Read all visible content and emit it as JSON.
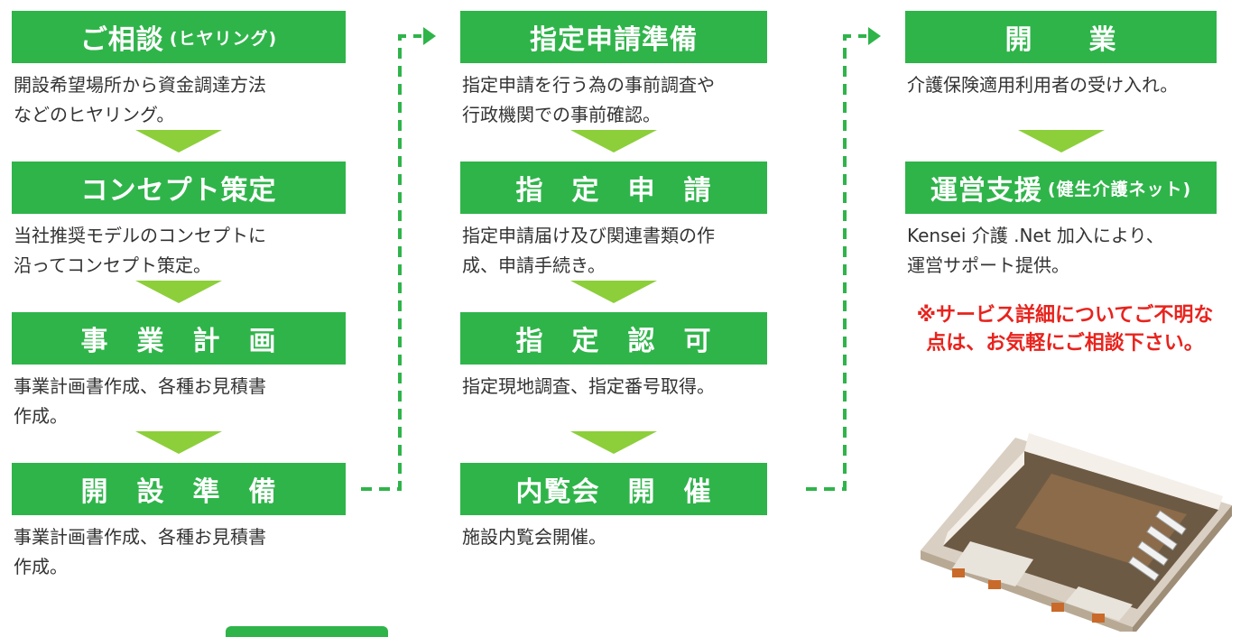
{
  "colors": {
    "box": "#2fb44a",
    "arrow": "#8ccf3a",
    "note": "#e8231d",
    "connector": "#2fb44a"
  },
  "col1": {
    "step1": {
      "title": "ご相談",
      "title_small": "(ヒヤリング)",
      "desc": "開設希望場所から資金調達方法\nなどのヒヤリング。"
    },
    "step2": {
      "title": "コンセプト策定",
      "desc": "当社推奨モデルのコンセプトに\n沿ってコンセプト策定。"
    },
    "step3": {
      "title": "事　業　計　画",
      "desc": "事業計画書作成、各種お見積書\n作成。"
    },
    "step4": {
      "title": "開　設　準　備",
      "desc": "事業計画書作成、各種お見積書\n作成。"
    }
  },
  "col2": {
    "step1": {
      "title": "指定申請準備",
      "desc": "指定申請を行う為の事前調査や\n行政機関での事前確認。"
    },
    "step2": {
      "title": "指　定　申　請",
      "desc": "指定申請届け及び関連書類の作\n成、申請手続き。"
    },
    "step3": {
      "title": "指　定　認　可",
      "desc": "指定現地調査、指定番号取得。"
    },
    "step4": {
      "title": "内覧会　開　催",
      "desc": "施設内覧会開催。"
    }
  },
  "col3": {
    "step1": {
      "title": "開　　業",
      "desc": "介護保険適用利用者の受け入れ。"
    },
    "step2": {
      "title": "運営支援",
      "title_small": "(健生介護ネット)",
      "desc": "Kensei 介護 .Net 加入により、\n運営サポート提供。"
    }
  },
  "note": "※サービス詳細についてご不明な\n点は、お気軽にご相談下さい。",
  "image": {
    "icon": "building-floorplan-illustration"
  }
}
